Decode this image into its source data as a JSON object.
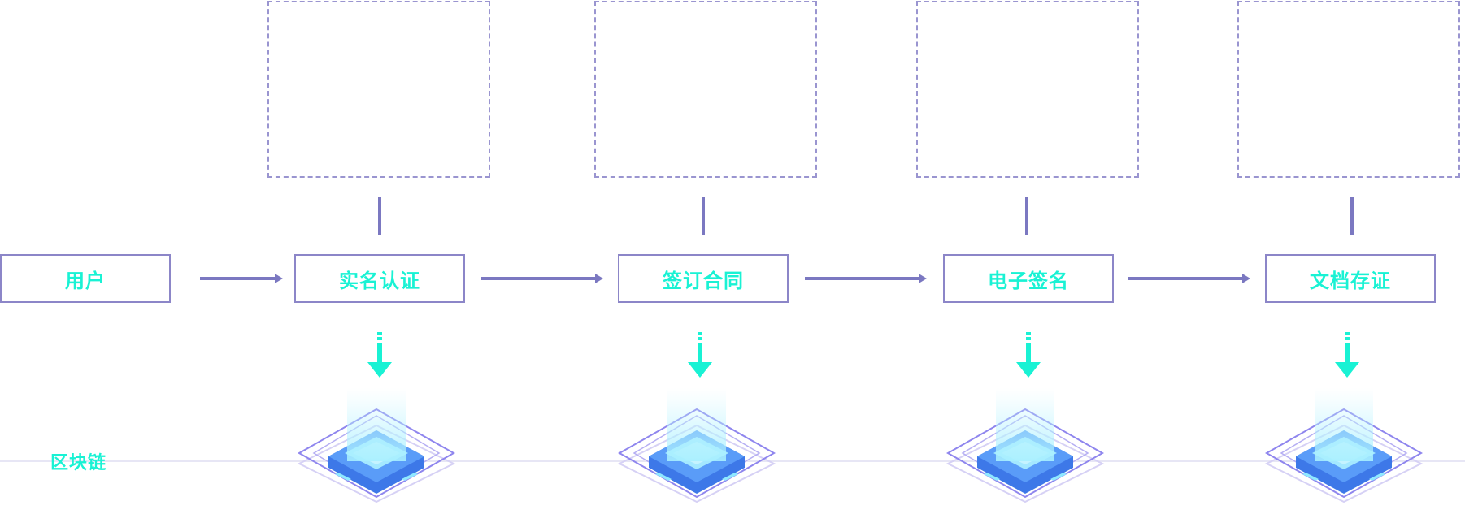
{
  "steps": [
    {
      "id": "user",
      "label": "用户"
    },
    {
      "id": "real-name-auth",
      "label": "实名认证"
    },
    {
      "id": "sign-contract",
      "label": "签订合同"
    },
    {
      "id": "e-signature",
      "label": "电子签名"
    },
    {
      "id": "doc-evidence",
      "label": "文档存证"
    }
  ],
  "chain": {
    "label": "区块链"
  },
  "colors": {
    "accent_text": "#19f2d4",
    "box_border": "#8c86c8",
    "dash_border": "#9a95d0",
    "arrow": "#7b78c1",
    "chip_blue": "#4f8ff7",
    "chip_cyan": "#8fe9ff"
  }
}
